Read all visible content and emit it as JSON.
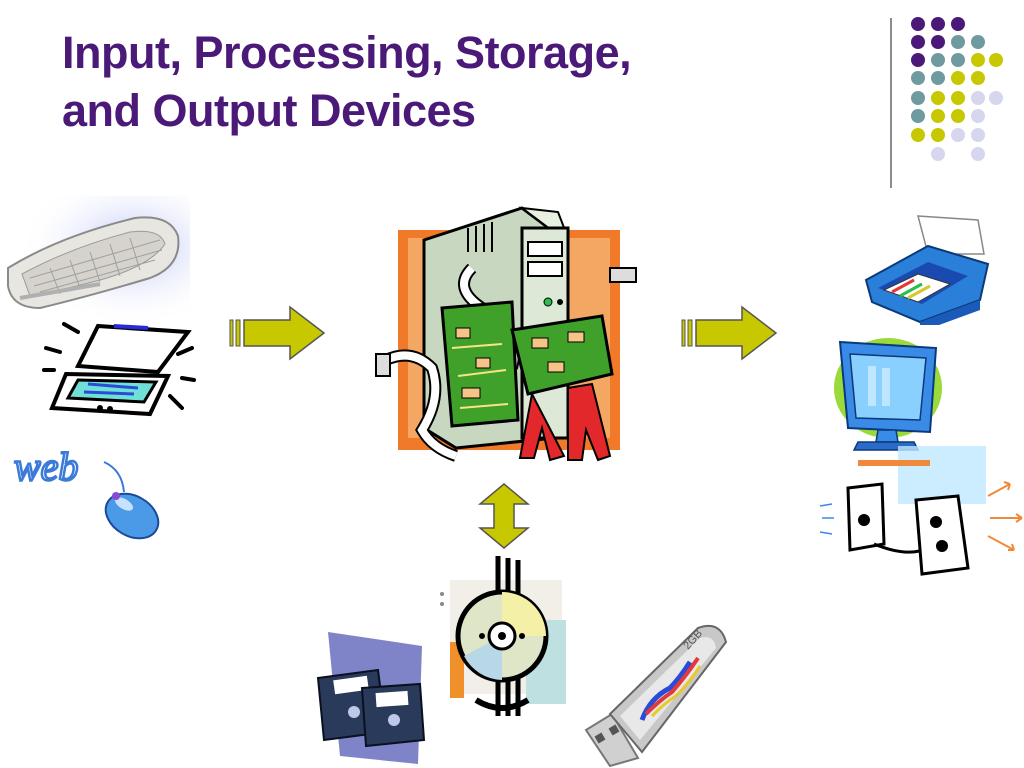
{
  "title": {
    "line1": "Input, Processing, Storage,",
    "line2": "and Output Devices"
  },
  "colors": {
    "title": "#4b1a78",
    "arrow_fill": "#c8c800",
    "dot_purple": "#4b1a78",
    "dot_teal": "#6f9aa0",
    "dot_yellow": "#c8c800",
    "dot_lavender": "#d6d6ee"
  },
  "diagram": {
    "input_devices": [
      {
        "name": "keyboard",
        "icon": "keyboard-icon"
      },
      {
        "name": "scanner",
        "icon": "scanner-icon"
      },
      {
        "name": "mouse",
        "icon": "mouse-icon",
        "label": "web"
      }
    ],
    "processing_device": {
      "name": "system-unit",
      "icon": "computer-tower-icon"
    },
    "output_devices": [
      {
        "name": "printer",
        "icon": "printer-icon"
      },
      {
        "name": "monitor",
        "icon": "monitor-icon"
      },
      {
        "name": "speakers",
        "icon": "speakers-icon"
      }
    ],
    "storage_devices": [
      {
        "name": "floppy-disks",
        "icon": "floppy-disk-icon"
      },
      {
        "name": "cd",
        "icon": "cd-icon"
      },
      {
        "name": "usb-flash-drive",
        "icon": "usb-drive-icon",
        "label": "2GB"
      }
    ]
  }
}
